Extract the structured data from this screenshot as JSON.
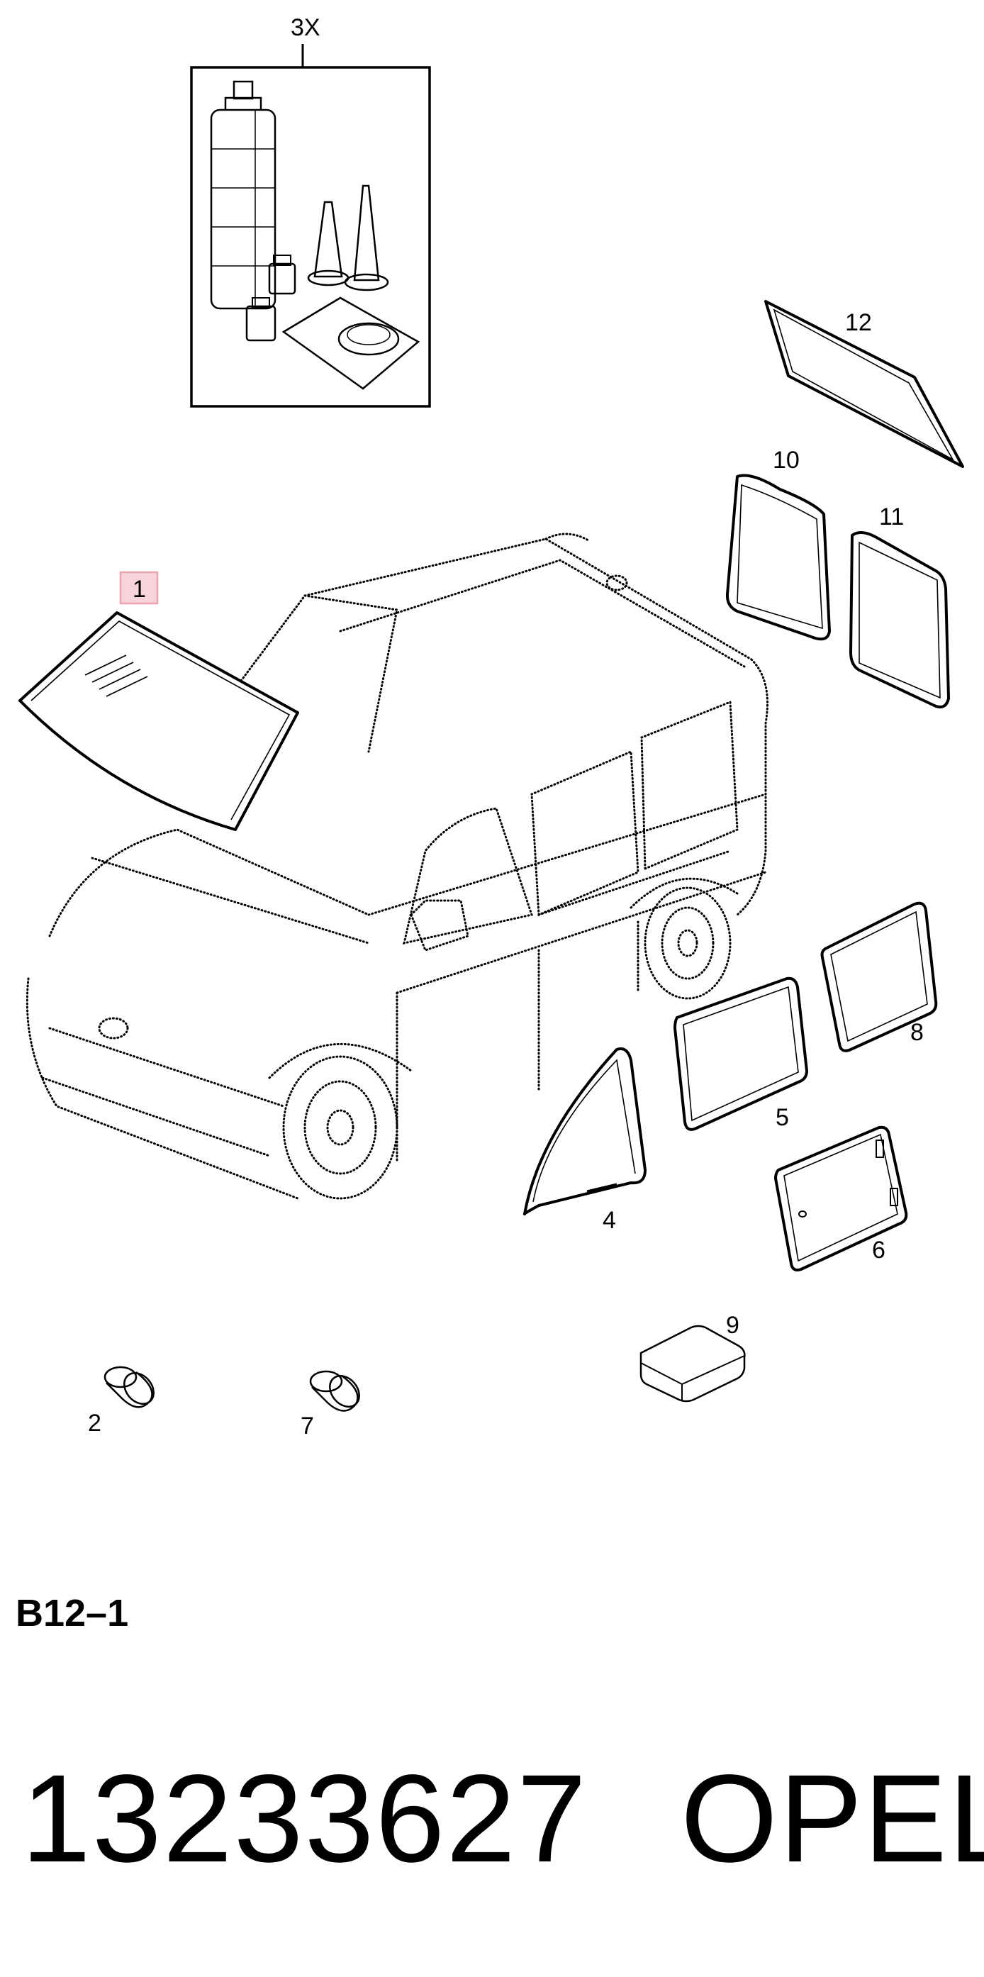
{
  "diagram": {
    "kit_label": "3X",
    "callouts": {
      "windshield": "1",
      "plug_left": "2",
      "front_door_glass": "4",
      "sliding_door_glass": "5",
      "vent_glass": "6",
      "plug_right": "7",
      "rear_side_glass": "8",
      "block": "9",
      "rear_door_glass_left": "10",
      "rear_door_glass_right": "11",
      "roof_glass": "12"
    },
    "highlight_color": "#e8a3ad"
  },
  "section_code": "B12–1",
  "footer": {
    "part_number": "13233627",
    "brand": "OPEL"
  }
}
